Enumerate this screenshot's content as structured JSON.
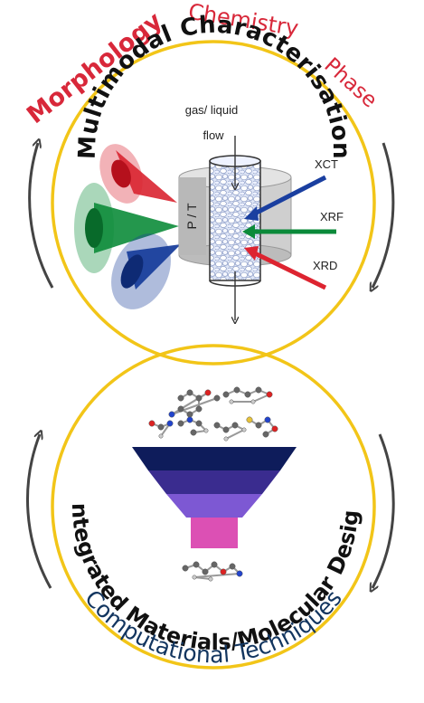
{
  "outer_labels": {
    "morphology": "Morphology",
    "chemistry": "Chemistry",
    "phase": "Phase",
    "computational": "Computational Techniques"
  },
  "top_circle": {
    "title": "Multimodal Characterisation",
    "flow_label_line1": "gas/ liquid",
    "flow_label_line2": "flow",
    "cell_label": "P / T",
    "beam_labels": {
      "xct": "XCT",
      "xrf": "XRF",
      "xrd": "XRD"
    }
  },
  "bottom_circle": {
    "title": "Integrated Materials/Molecular Design"
  },
  "colors": {
    "ring": "#f2c518",
    "red_label": "#d8283a",
    "navy_label": "#12355f",
    "arrow": "#444444",
    "funnel": [
      "#0e1c5b",
      "#3a2c8f",
      "#7d58d3",
      "#dc50b4"
    ],
    "cones": {
      "red": "#d92330",
      "green": "#0c8c3a",
      "blue": "#1a3f9c"
    },
    "beams": {
      "xct": "#1a3fa0",
      "xrf": "#0b8a3a",
      "xrd": "#dd2430"
    }
  }
}
